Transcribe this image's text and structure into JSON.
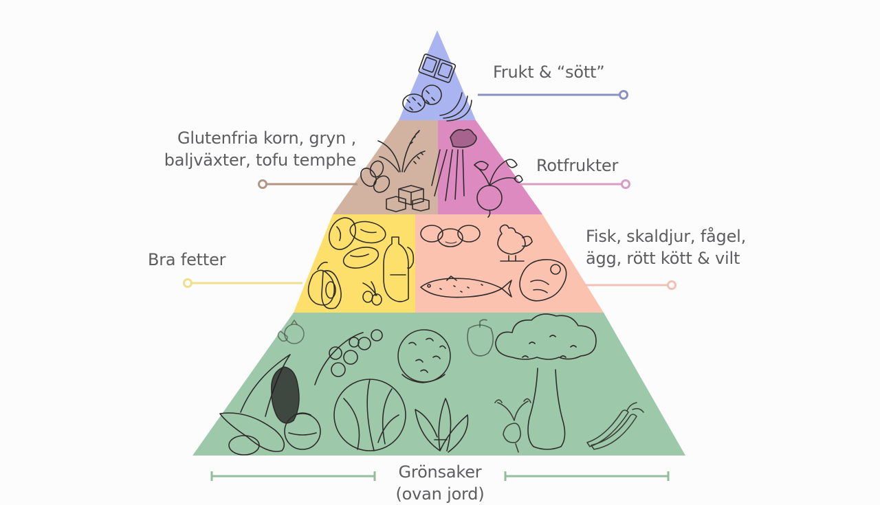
{
  "diagram": {
    "type": "food-pyramid",
    "tiers": [
      {
        "level": 1,
        "sections": [
          {
            "label": "Frukt & “sött”",
            "color": "#aab4f0",
            "line_color": "#8a8fc4",
            "icons": [
              "chocolate-bar-icon",
              "raspberry-icon",
              "banana-icon"
            ]
          }
        ]
      },
      {
        "level": 2,
        "sections": [
          {
            "label_lines": [
              "Glutenfria korn, gryn ,",
              "baljväxter, tofu temphe"
            ],
            "color": "#d2b3a1",
            "line_color": "#b49584",
            "icons": [
              "rice-plant-icon",
              "beans-icon",
              "tofu-cubes-icon"
            ]
          },
          {
            "label": "Rotfrukter",
            "color": "#dc8ac0",
            "line_color": "#d79dc2",
            "icons": [
              "carrots-icon",
              "beetroot-icon"
            ]
          }
        ]
      },
      {
        "level": 3,
        "sections": [
          {
            "label": "Bra fetter",
            "color": "#fde06c",
            "line_color": "#f0df8c",
            "icons": [
              "almonds-icon",
              "avocado-icon",
              "olive-oil-bottle-icon",
              "olives-icon"
            ]
          },
          {
            "label_lines": [
              "Fisk, skaldjur, fågel,",
              "ägg, rött kött & vilt"
            ],
            "color": "#fbc2b0",
            "line_color": "#f2c0b4",
            "icons": [
              "eggs-icon",
              "chicken-icon",
              "fish-icon",
              "steak-icon"
            ]
          }
        ]
      },
      {
        "level": 4,
        "sections": [
          {
            "label_lines": [
              "Grönsaker",
              "(ovan jord)"
            ],
            "color": "#9ec8aa",
            "line_color": "#93bd9c",
            "icons": [
              "tomato-icon",
              "cherry-tomatoes-icon",
              "cauliflower-icon",
              "bell-pepper-icon",
              "broccoli-icon",
              "zucchini-eggplant-icon",
              "cabbage-icon",
              "spinach-icon",
              "radish-icon",
              "pea-pod-icon"
            ]
          }
        ]
      }
    ]
  },
  "labels": {
    "fruit": "Frukt & “sött”",
    "grains_line1": "Glutenfria korn, gryn ,",
    "grains_line2": "baljväxter, tofu temphe",
    "roots": "Rotfrukter",
    "fats": "Bra fetter",
    "protein_line1": "Fisk, skaldjur, fågel,",
    "protein_line2": "ägg, rött kött & vilt",
    "veg_line1": "Grönsaker",
    "veg_line2": "(ovan jord)"
  },
  "colors": {
    "background": "#fdfcfd",
    "text": "#5d5c5e",
    "sketch": "#2e2b2b"
  }
}
